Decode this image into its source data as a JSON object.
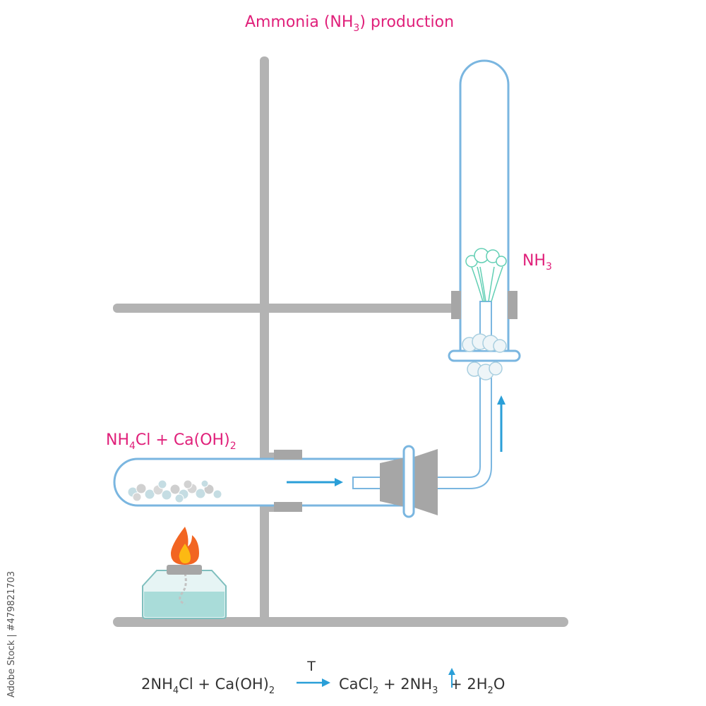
{
  "title": {
    "pre": "Ammonia (NH",
    "sub": "3",
    "post": ") production"
  },
  "reactant_label": {
    "a": "NH",
    "a_sub": "4",
    "b": "Cl + Ca(OH)",
    "b_sub": "2"
  },
  "product_label": {
    "a": "NH",
    "a_sub": "3"
  },
  "equation": {
    "left": {
      "t1": "2NH",
      "s1": "4",
      "t2": "Cl + Ca(OH)",
      "s2": "2"
    },
    "condition": "T",
    "right": {
      "t1": "CaCl",
      "s1": "2",
      "t2": " + 2NH",
      "s2": "3",
      "t3": " + 2H",
      "s3": "2",
      "t4": "O"
    }
  },
  "stock_id": "Adobe Stock | #479821703",
  "colors": {
    "accent": "#e0207a",
    "glass": "#7ab6e0",
    "arrow": "#2a9fd8",
    "stand": "#b3b3b3",
    "flame": "#f26522",
    "liquid": "#a9dcd9"
  }
}
